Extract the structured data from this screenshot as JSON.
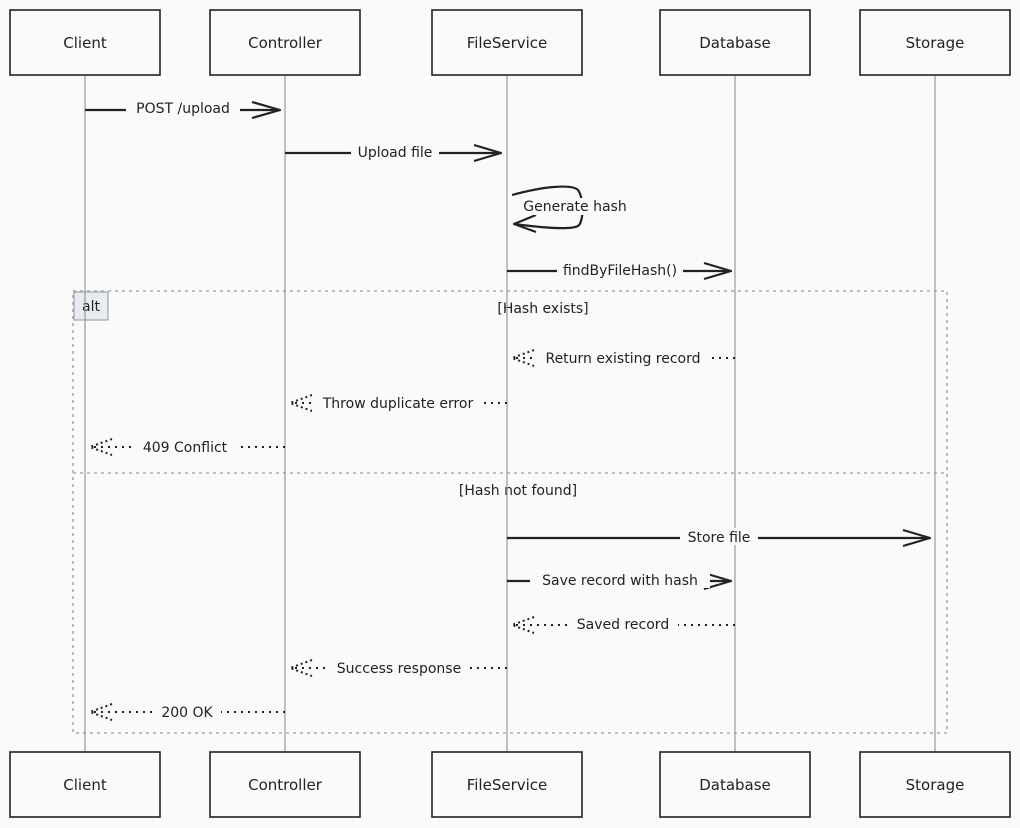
{
  "diagram": {
    "participants": [
      {
        "id": "client",
        "label": "Client"
      },
      {
        "id": "controller",
        "label": "Controller"
      },
      {
        "id": "fileservice",
        "label": "FileService"
      },
      {
        "id": "database",
        "label": "Database"
      },
      {
        "id": "storage",
        "label": "Storage"
      }
    ],
    "messages": [
      {
        "id": "post-upload",
        "label": "POST /upload",
        "from": "client",
        "to": "controller",
        "style": "solid"
      },
      {
        "id": "upload-file",
        "label": "Upload file",
        "from": "controller",
        "to": "fileservice",
        "style": "solid"
      },
      {
        "id": "generate-hash",
        "label": "Generate hash",
        "from": "fileservice",
        "to": "fileservice",
        "style": "self"
      },
      {
        "id": "find-by-file-hash",
        "label": "findByFileHash()",
        "from": "fileservice",
        "to": "database",
        "style": "solid"
      },
      {
        "id": "return-existing-record",
        "label": "Return existing record",
        "from": "database",
        "to": "fileservice",
        "style": "dotted"
      },
      {
        "id": "throw-duplicate-error",
        "label": "Throw duplicate error",
        "from": "fileservice",
        "to": "controller",
        "style": "dotted"
      },
      {
        "id": "conflict-409",
        "label": "409 Conflict",
        "from": "controller",
        "to": "client",
        "style": "dotted"
      },
      {
        "id": "store-file",
        "label": "Store file",
        "from": "fileservice",
        "to": "storage",
        "style": "solid"
      },
      {
        "id": "save-record-with-hash",
        "label": "Save record with hash",
        "from": "fileservice",
        "to": "database",
        "style": "solid"
      },
      {
        "id": "saved-record",
        "label": "Saved record",
        "from": "database",
        "to": "fileservice",
        "style": "dotted"
      },
      {
        "id": "success-response",
        "label": "Success response",
        "from": "fileservice",
        "to": "controller",
        "style": "dotted"
      },
      {
        "id": "ok-200",
        "label": "200 OK",
        "from": "controller",
        "to": "client",
        "style": "dotted"
      }
    ],
    "alt_fragment": {
      "label": "alt",
      "conditions": [
        "[Hash exists]",
        "[Hash not found]"
      ]
    },
    "colors": {
      "background": "#fafafa",
      "stroke": "#222222",
      "lifeline": "#9a9a9a",
      "fragment_border": "#aaaaaa",
      "alt_badge_fill": "#e8ecf1"
    }
  }
}
